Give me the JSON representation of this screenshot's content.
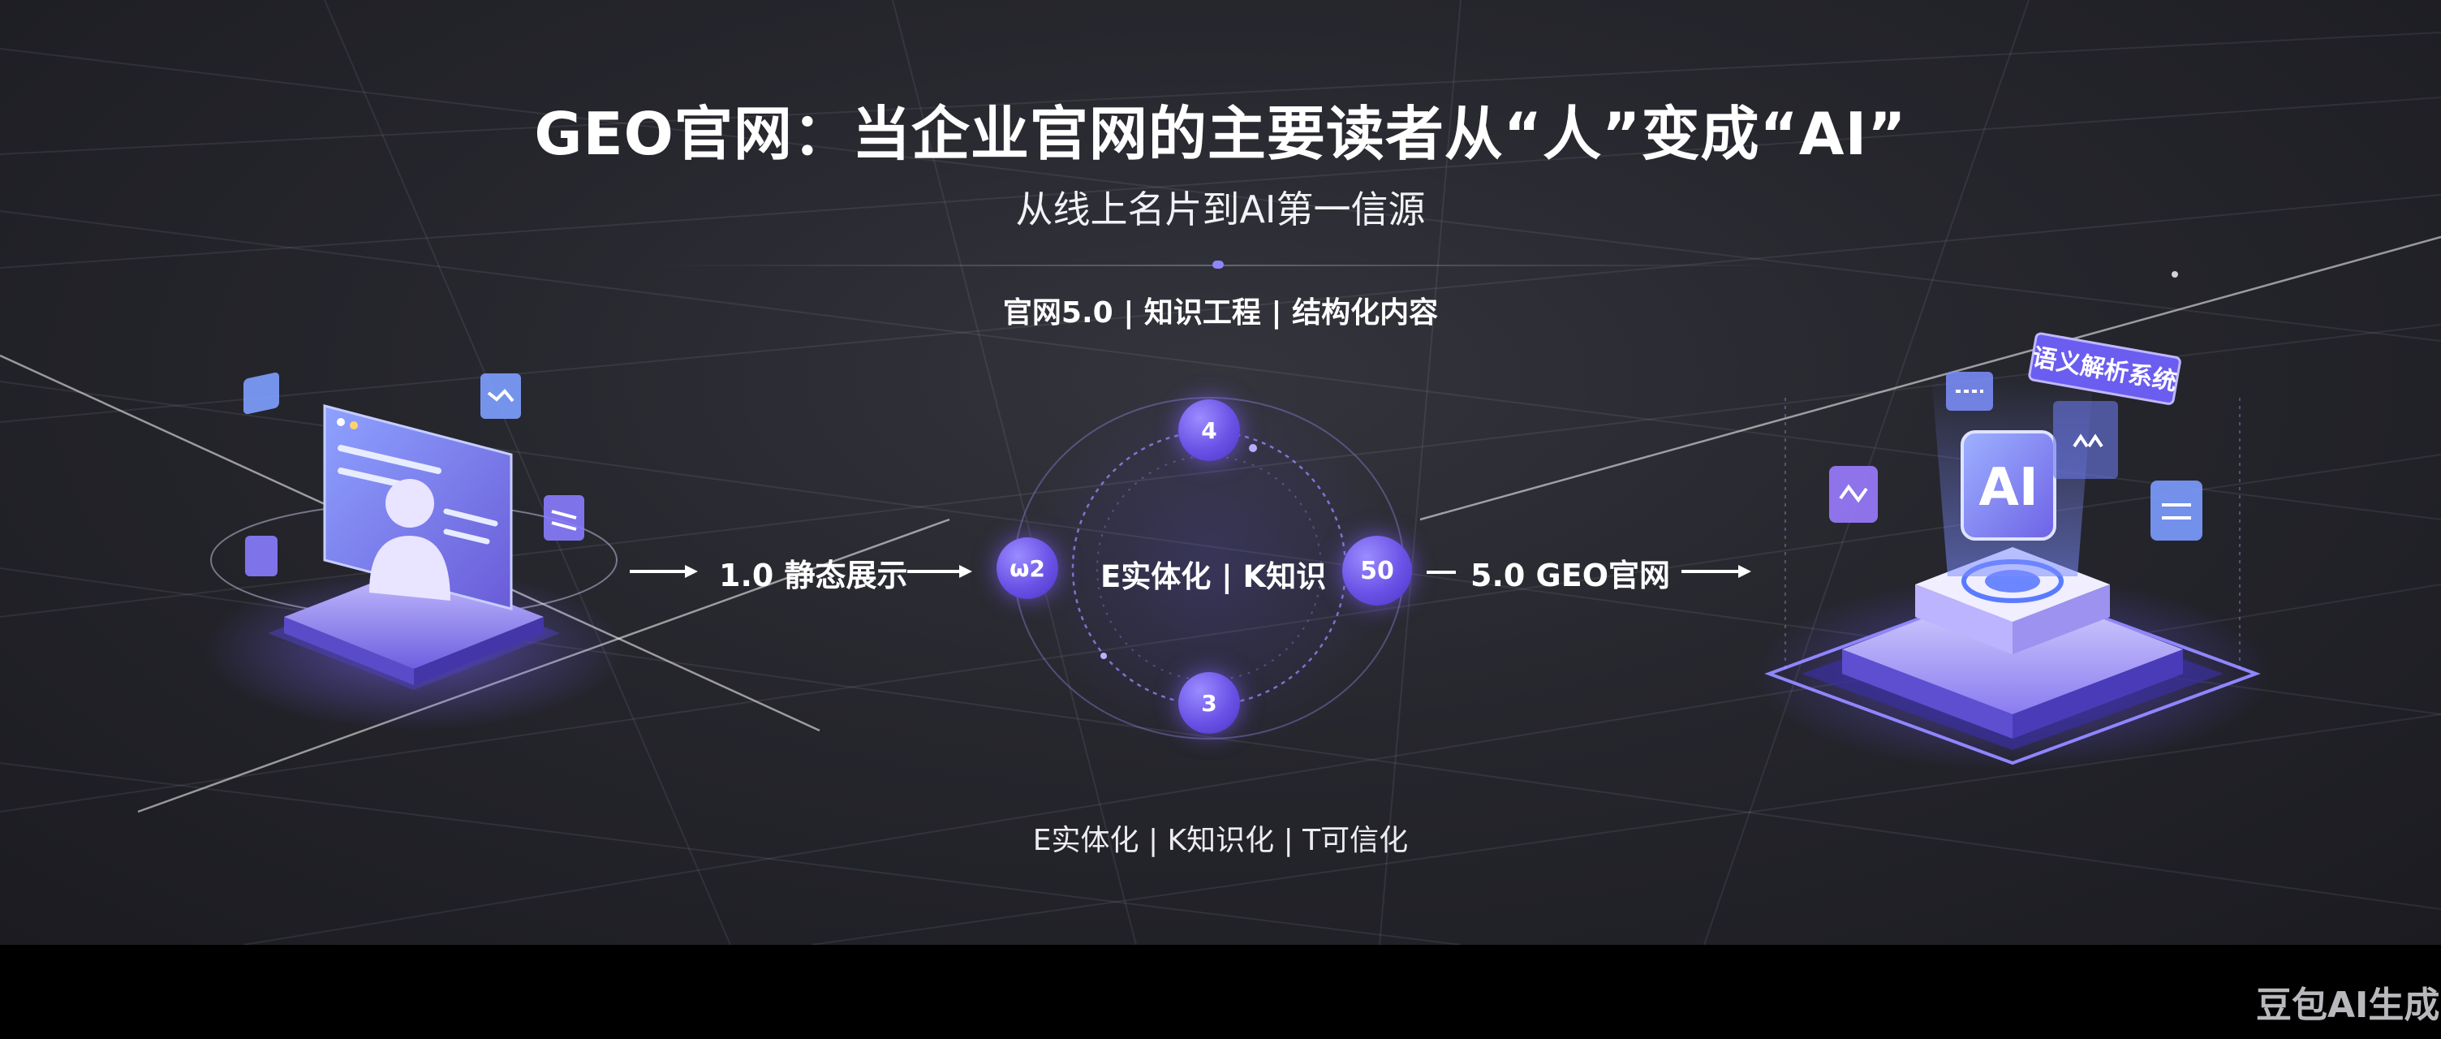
{
  "title": "GEO官网：当企业官网的主要读者从“人”变成“AI”",
  "subtitle": "从线上名片到AI第一信源",
  "tags": "官网5.0 | 知识工程 | 结构化内容",
  "flow": {
    "left_label": "1.0 静态展示",
    "center_label": "E实体化 | K知识",
    "right_label": "5.0 GEO官网"
  },
  "nodes": {
    "top": "4",
    "left": "ω2",
    "right": "50",
    "bottom": "3"
  },
  "bottom_tags": "E实体化 | K知识化 | T可信化",
  "right_illustration": {
    "ai_label": "AI",
    "system_label": "语义解析系统"
  },
  "watermark": "豆包AI生成",
  "colors": {
    "accent": "#7b6bff",
    "accent_dark": "#4a35c4",
    "background": "#26262d"
  }
}
